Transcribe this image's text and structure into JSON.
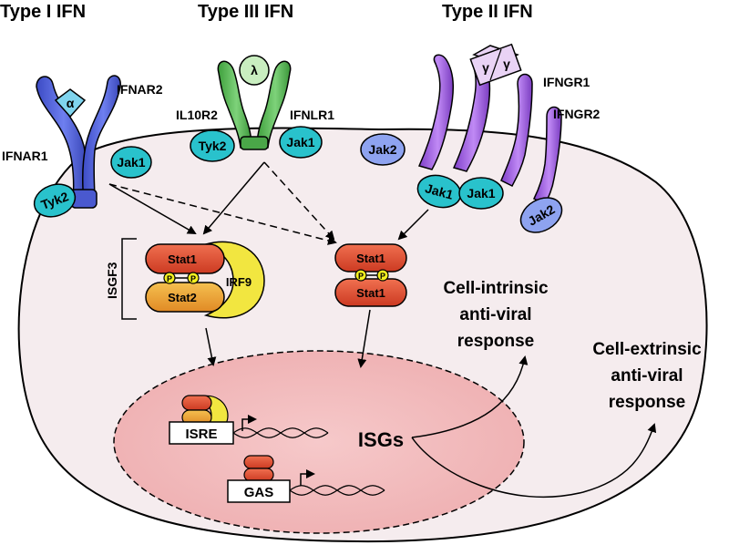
{
  "headers": {
    "type1": "Type I IFN",
    "type3": "Type III IFN",
    "type2": "Type II IFN"
  },
  "ligands": {
    "alpha": "α",
    "lambda": "λ",
    "gamma": "γ"
  },
  "receptors": {
    "ifnar2": "IFNAR2",
    "ifnar1": "IFNAR1",
    "il10r2": "IL10R2",
    "ifnlr1": "IFNLR1",
    "ifngr1": "IFNGR1",
    "ifngr2": "IFNGR2"
  },
  "kinases": {
    "tyk2": "Tyk2",
    "jak1": "Jak1",
    "jak2": "Jak2"
  },
  "complex": {
    "isgf3": "ISGF3",
    "stat1": "Stat1",
    "stat2": "Stat2",
    "irf9": "IRF9",
    "p": "P"
  },
  "nucleus": {
    "isre": "ISRE",
    "gas": "GAS",
    "isgs": "ISGs"
  },
  "outcomes": {
    "intrinsic": [
      "Cell-intrinsic",
      "anti-viral",
      "response"
    ],
    "extrinsic": [
      "Cell-extrinsic",
      "anti-viral",
      "response"
    ]
  },
  "colors": {
    "cell_fill": "#f5ecee",
    "nucleus_fill": "#f0b9bb",
    "type1_receptor": "#5465d9",
    "type3_receptor": "#5cba5a",
    "type2_receptor": "#a060e0",
    "tyk2": "#29c2cc",
    "jak2": "#8ea3f0",
    "stat_red": "#e24b2e",
    "stat_orange": "#f0a030",
    "irf9": "#f2e640",
    "p_fill": "#f5f020"
  }
}
